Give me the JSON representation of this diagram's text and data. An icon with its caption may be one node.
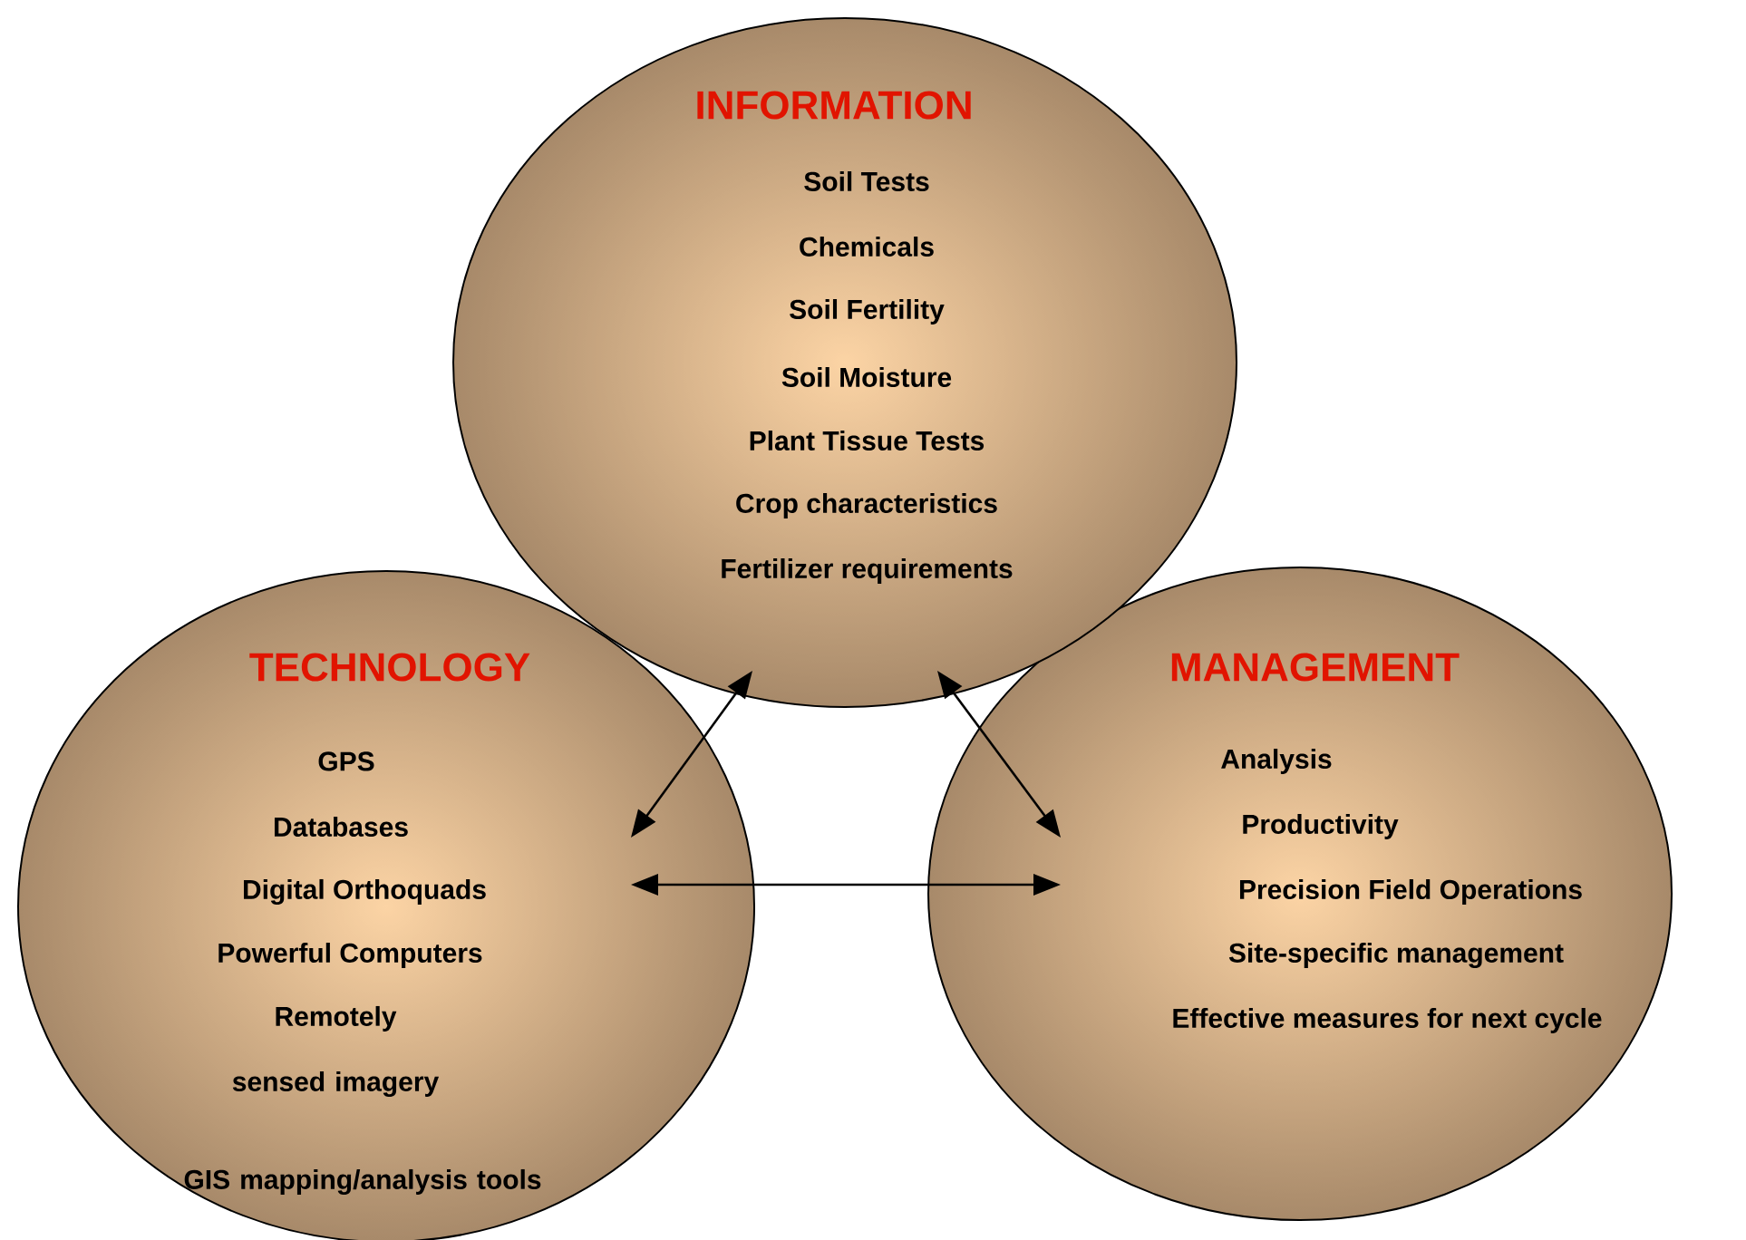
{
  "diagram": {
    "nodes": [
      {
        "text": [
          "INFORMATION",
          "Soil Tests",
          "Chemicals",
          "Soil Fertility",
          "Soil Moisture",
          "Plant Tissue Tests",
          "Crop characteristics",
          "Fertilizer requirements"
        ]
      },
      {
        "text": [
          "TECHNOLOGY",
          "GPS",
          "Databases",
          "Digital Orthoquads",
          "Powerful Computers",
          "Remotely sensed imagery",
          "GIS mapping/analysis tools"
        ]
      },
      {
        "text": [
          "MANAGEMENT",
          "Analysis",
          "Productivity",
          "Precision Field Operations",
          "Site-specific management",
          "Effective measures for next cycle"
        ]
      }
    ],
    "edges": [
      {
        "from": 0,
        "to": 1,
        "arrow": "both"
      },
      {
        "from": 0,
        "to": 2,
        "arrow": "both"
      },
      {
        "from": 1,
        "to": 2,
        "arrow": "both"
      }
    ]
  }
}
